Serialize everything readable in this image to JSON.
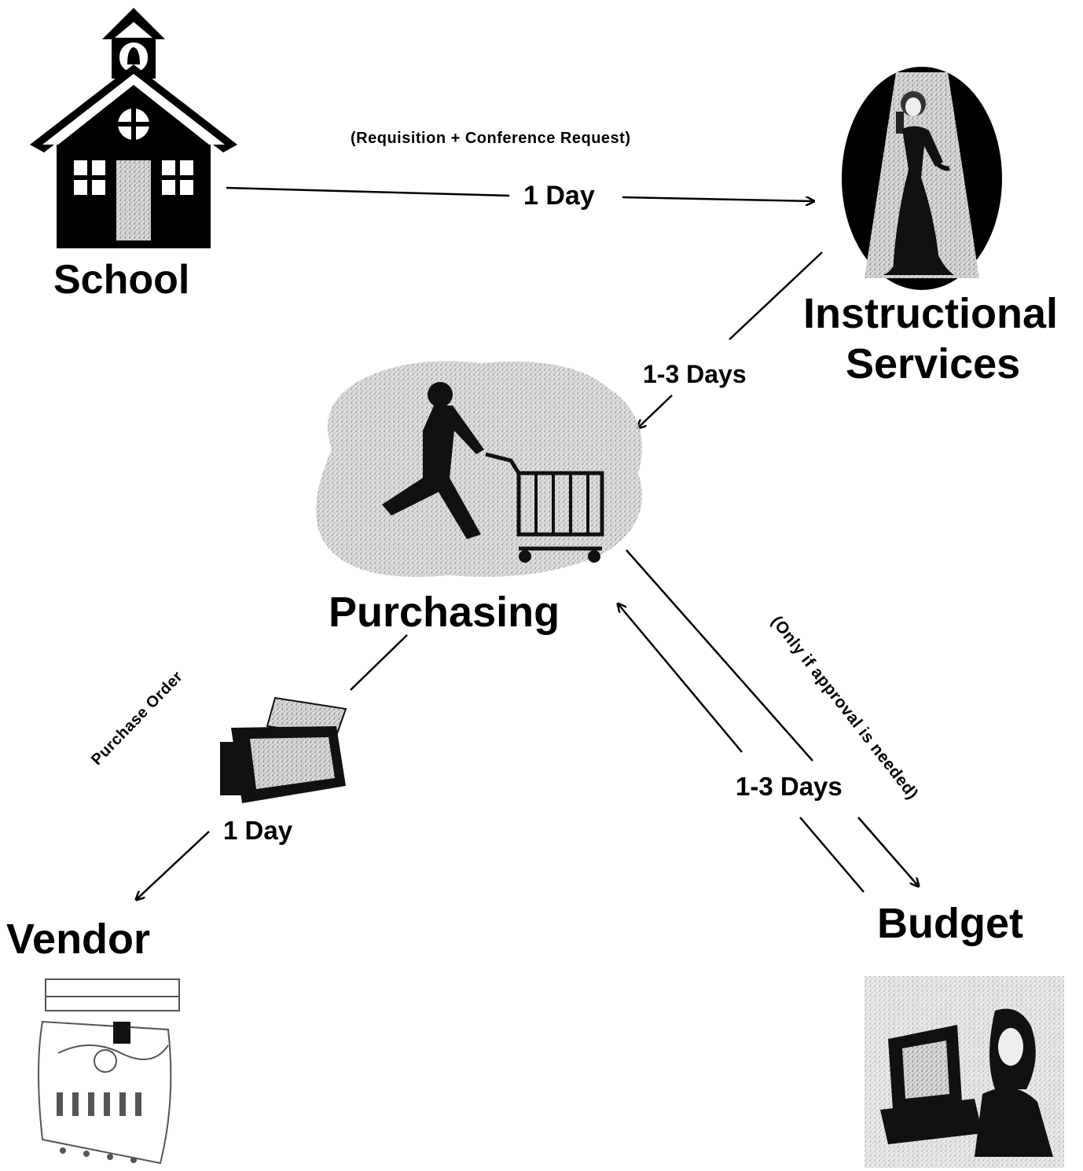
{
  "nodes": {
    "school": {
      "label": "School",
      "icon": "schoolhouse-icon"
    },
    "instructional": {
      "label_line1": "Instructional",
      "label_line2": "Services",
      "icon": "woman-on-phone-icon"
    },
    "purchasing": {
      "label": "Purchasing",
      "icon": "shopping-cart-runner-icon"
    },
    "vendor": {
      "label": "Vendor",
      "icon": "cash-register-icon"
    },
    "budget": {
      "label": "Budget",
      "icon": "woman-at-computer-icon"
    }
  },
  "edges": {
    "school_to_instructional": {
      "note": "(Requisition + Conference Request)",
      "duration": "1 Day"
    },
    "instructional_to_purchasing": {
      "duration": "1-3 Days"
    },
    "purchasing_budget": {
      "note": "(Only if approval is needed)",
      "duration": "1-3 Days"
    },
    "purchasing_to_vendor": {
      "note": "Purchase Order",
      "duration": "1 Day",
      "icon": "fax-machine-icon"
    }
  }
}
